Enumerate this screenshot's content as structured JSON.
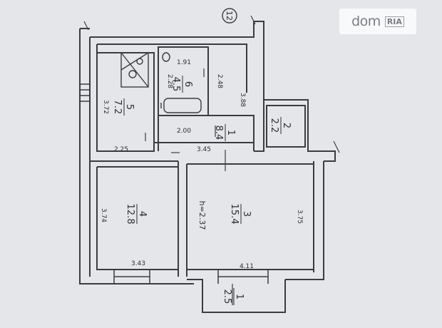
{
  "watermark": {
    "brand": "dom",
    "badge": "RIA"
  },
  "plan_number": "12",
  "rooms": [
    {
      "id": "room-1",
      "number": "1",
      "area": "8.4"
    },
    {
      "id": "room-2",
      "number": "2",
      "area": "2.2"
    },
    {
      "id": "room-3",
      "number": "3",
      "area": "15.4"
    },
    {
      "id": "room-4",
      "number": "4",
      "area": "12.8"
    },
    {
      "id": "room-5",
      "number": "5",
      "area": "7.2"
    },
    {
      "id": "room-6",
      "number": "6",
      "area": "4.5"
    },
    {
      "id": "balcony",
      "number": "1",
      "area": "2.5"
    }
  ],
  "dimensions": {
    "d_1_91": "1.91",
    "d_2_48": "2.48",
    "d_2_28": "2.28",
    "d_3_88": "3.88",
    "d_3_72": "3.72",
    "d_2_00": "2.00",
    "d_2_25": "2.25",
    "d_3_45": "3.45",
    "d_3_74": "3.74",
    "d_3_43": "3.43",
    "d_3_75": "3.75",
    "d_4_11": "4.11"
  },
  "ceiling_height": "h=2.37"
}
